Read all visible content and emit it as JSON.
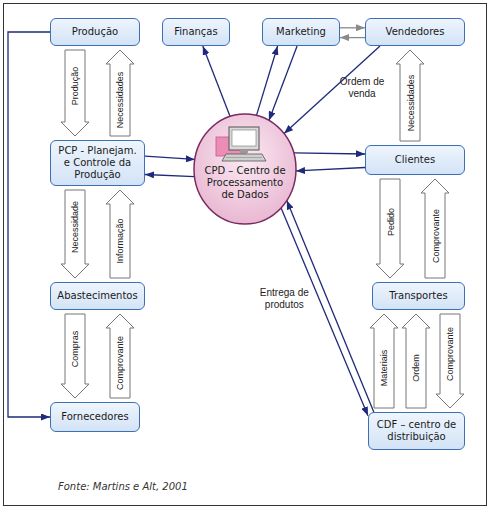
{
  "diagram": {
    "caption": "Fonte: Martins e Alt, 2001",
    "nodes": [
      {
        "text": [
          "Produção"
        ]
      },
      {
        "text": [
          "Finanças"
        ]
      },
      {
        "text": [
          "Marketing"
        ]
      },
      {
        "text": [
          "Vendedores"
        ]
      },
      {
        "text": [
          "PCP - Planejam. e Controle da Produção"
        ]
      },
      {
        "text": [
          "CPD – Centro de Processamento de Dados"
        ]
      },
      {
        "text": [
          "Clientes"
        ]
      },
      {
        "text": [
          "Abastecimentos"
        ]
      },
      {
        "text": [
          "Transportes"
        ]
      },
      {
        "text": [
          "Fornecedores"
        ]
      },
      {
        "text": [
          "CDF – centro de distribuição"
        ]
      }
    ],
    "edges": [
      {
        "from": 0,
        "to": 4,
        "label": "Produção",
        "arrow": "to"
      },
      {
        "from": 4,
        "to": 0,
        "label": "Necessidades",
        "arrow": "to"
      },
      {
        "from": 4,
        "to": 7,
        "label": "Necessidade",
        "arrow": "to"
      },
      {
        "from": 7,
        "to": 4,
        "label": "Informação",
        "arrow": "to"
      },
      {
        "from": 7,
        "to": 9,
        "label": "Compras",
        "arrow": "to"
      },
      {
        "from": 9,
        "to": 7,
        "label": "Comprovante",
        "arrow": "to"
      },
      {
        "from": 6,
        "to": 3,
        "label": "Necessidades",
        "arrow": "to"
      },
      {
        "from": 6,
        "to": 8,
        "label": "Pedido",
        "arrow": "to"
      },
      {
        "from": 8,
        "to": 6,
        "label": "Comprovante",
        "arrow": "to"
      },
      {
        "from": 10,
        "to": 8,
        "label": "Materiais",
        "arrow": "to"
      },
      {
        "from": 10,
        "to": 8,
        "label": "Ordem",
        "arrow": "to"
      },
      {
        "from": 8,
        "to": 10,
        "label": "Comprovante",
        "arrow": "to"
      },
      {
        "from": 5,
        "to": 1,
        "arrow": "to"
      },
      {
        "from": 5,
        "to": 2,
        "arrow": "to"
      },
      {
        "from": 2,
        "to": 5,
        "arrow": "to"
      },
      {
        "from": 2,
        "to": 3,
        "arrow": "to"
      },
      {
        "from": 3,
        "to": 2,
        "arrow": "to"
      },
      {
        "from": 3,
        "to": 5,
        "label": "Ordem de venda",
        "arrow": "to"
      },
      {
        "from": 5,
        "to": 6,
        "arrow": "to"
      },
      {
        "from": 6,
        "to": 5,
        "arrow": "to"
      },
      {
        "from": 4,
        "to": 5,
        "arrow": "to"
      },
      {
        "from": 5,
        "to": 4,
        "arrow": "to"
      },
      {
        "from": 10,
        "to": 5,
        "label": "Entrega de produtos",
        "arrow": "to"
      },
      {
        "from": 5,
        "to": 10,
        "arrow": "to"
      },
      {
        "from": 0,
        "to": 9,
        "arrow": "to"
      }
    ]
  }
}
